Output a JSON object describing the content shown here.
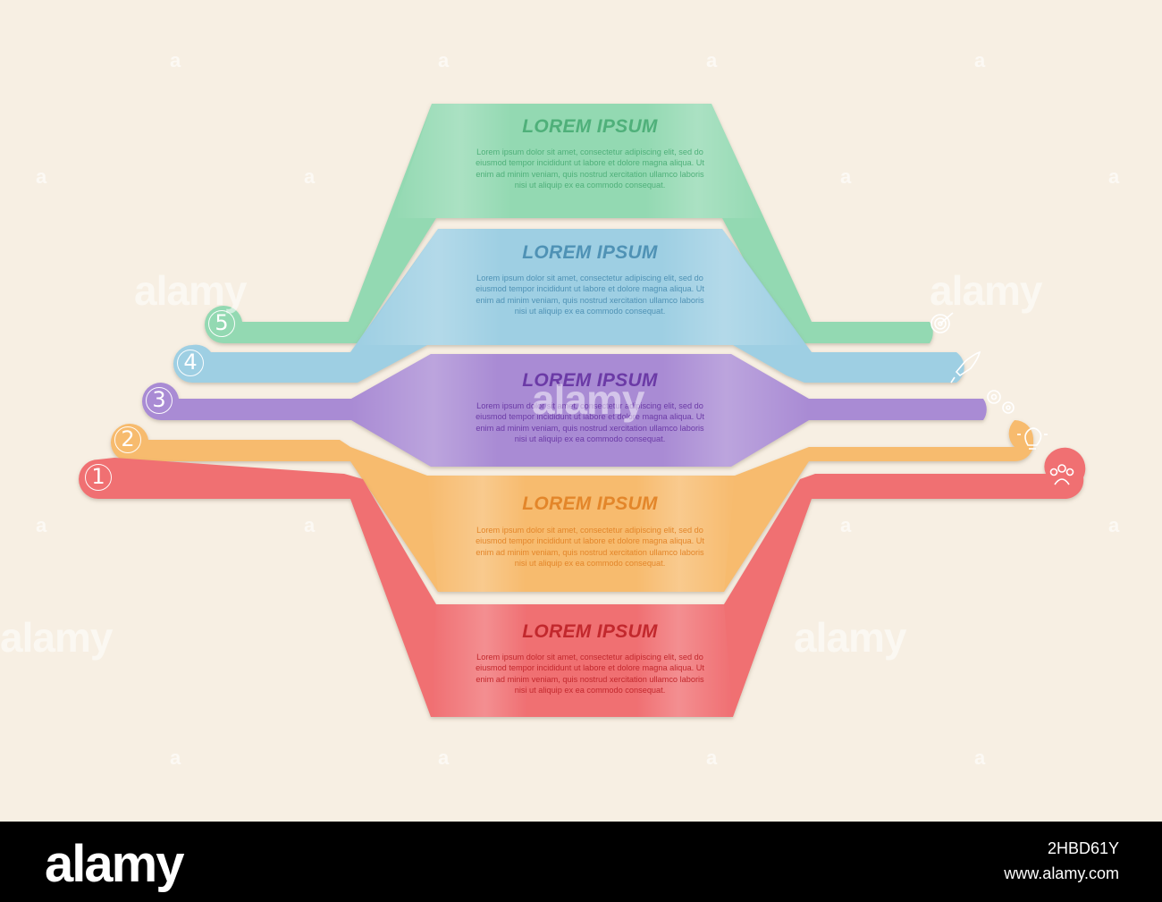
{
  "steps": [
    {
      "number": "1",
      "title": "LOREM IPSUM",
      "body": "Lorem ipsum dolor sit amet, consectetur adipiscing elit, sed do eiusmod tempor incididunt ut labore et dolore magna aliqua. Ut enim ad minim veniam, quis nostrud xercitation ullamco laboris nisi ut aliquip ex ea commodo consequat.",
      "icon": "team-icon",
      "color": "#f06f72",
      "title_color": "#c2282d"
    },
    {
      "number": "2",
      "title": "LOREM IPSUM",
      "body": "Lorem ipsum dolor sit amet, consectetur adipiscing elit, sed do eiusmod tempor incididunt ut labore et dolore magna aliqua. Ut enim ad minim veniam, quis nostrud xercitation ullamco laboris nisi ut aliquip ex ea commodo consequat.",
      "icon": "lightbulb-icon",
      "color": "#f7bb6e",
      "title_color": "#e3862a"
    },
    {
      "number": "3",
      "title": "LOREM IPSUM",
      "body": "Lorem ipsum dolor sit amet, consectetur adipiscing elit, sed do eiusmod tempor incididunt ut labore et dolore magna aliqua. Ut enim ad minim veniam, quis nostrud xercitation ullamco laboris nisi ut aliquip ex ea commodo consequat.",
      "icon": "gears-icon",
      "color": "#a98bd4",
      "title_color": "#6b3aa6"
    },
    {
      "number": "4",
      "title": "LOREM IPSUM",
      "body": "Lorem ipsum dolor sit amet, consectetur adipiscing elit, sed do eiusmod tempor incididunt ut labore et dolore magna aliqua. Ut enim ad minim veniam, quis nostrud xercitation ullamco laboris nisi ut aliquip ex ea commodo consequat.",
      "icon": "rocket-icon",
      "color": "#9ecfe3",
      "title_color": "#4f92b5"
    },
    {
      "number": "5",
      "title": "LOREM IPSUM",
      "body": "Lorem ipsum dolor sit amet, consectetur adipiscing elit, sed do eiusmod tempor incididunt ut labore et dolore magna aliqua. Ut enim ad minim veniam, quis nostrud xercitation ullamco laboris nisi ut aliquip ex ea commodo consequat.",
      "icon": "target-icon",
      "color": "#93d9b2",
      "title_color": "#4fb07a"
    }
  ],
  "watermark": {
    "text": "alamy",
    "letter": "a"
  },
  "footer": {
    "logo": "alamy",
    "image_id": "2HBD61Y",
    "url": "www.alamy.com"
  }
}
